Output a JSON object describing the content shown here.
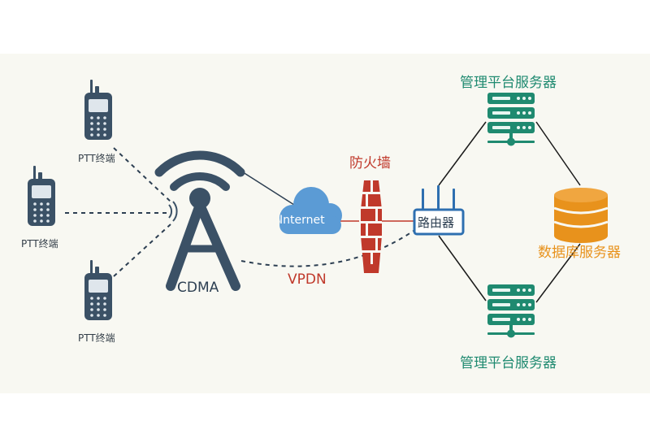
{
  "labels": {
    "ptt_top": "PTT终端",
    "ptt_mid": "PTT终端",
    "ptt_bot": "PTT终端",
    "cdma": "CDMA",
    "internet": "Internet",
    "firewall": "防火墙",
    "vpdn": "VPDN",
    "router": "路由器",
    "mgmt_top": "管理平台服务器",
    "mgmt_bot": "管理平台服务器",
    "database": "数据库服务器"
  },
  "colors": {
    "dark": "#3b5166",
    "cloud": "#5b9bd5",
    "firewall": "#c0392b",
    "server": "#1f8a70",
    "database": "#e8921c",
    "router": "#2e6fb0"
  },
  "icons": {
    "radio": "walkie-talkie-icon",
    "tower": "cell-tower-icon",
    "cloud": "cloud-icon",
    "firewall": "firewall-icon",
    "router": "router-icon",
    "server": "server-rack-icon",
    "database": "database-icon"
  }
}
